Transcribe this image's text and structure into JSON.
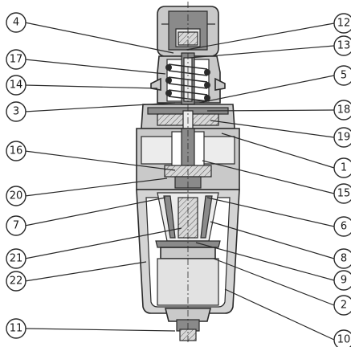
{
  "callouts": [
    {
      "id": "4",
      "label": "4"
    },
    {
      "id": "17",
      "label": "17"
    },
    {
      "id": "14",
      "label": "14"
    },
    {
      "id": "3",
      "label": "3"
    },
    {
      "id": "16",
      "label": "16"
    },
    {
      "id": "20",
      "label": "20"
    },
    {
      "id": "7",
      "label": "7"
    },
    {
      "id": "21",
      "label": "21"
    },
    {
      "id": "22",
      "label": "22"
    },
    {
      "id": "11",
      "label": "11"
    },
    {
      "id": "12",
      "label": "12"
    },
    {
      "id": "13",
      "label": "13"
    },
    {
      "id": "5",
      "label": "5"
    },
    {
      "id": "18",
      "label": "18"
    },
    {
      "id": "19",
      "label": "19"
    },
    {
      "id": "1",
      "label": "1"
    },
    {
      "id": "15",
      "label": "15"
    },
    {
      "id": "6",
      "label": "6"
    },
    {
      "id": "8",
      "label": "8"
    },
    {
      "id": "9",
      "label": "9"
    },
    {
      "id": "2",
      "label": "2"
    },
    {
      "id": "10",
      "label": "10"
    }
  ]
}
